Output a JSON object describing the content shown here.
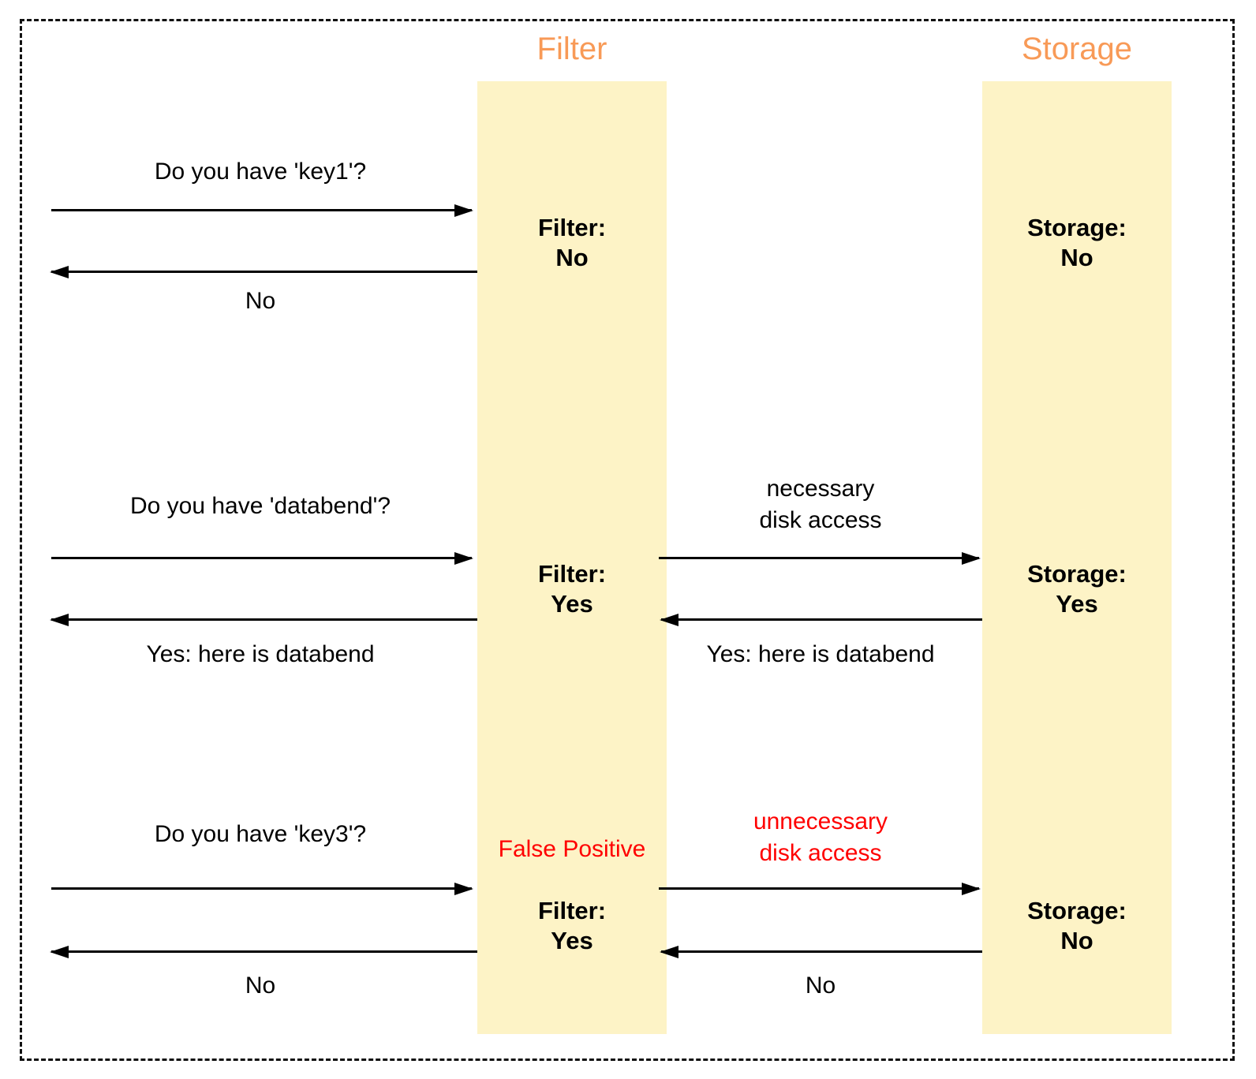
{
  "diagram": {
    "title_filter": "Filter",
    "title_storage": "Storage",
    "colors": {
      "lane_fill": "#FDF3C6",
      "lane_title": "#F89A57",
      "alert": "#FF0000",
      "text": "#000000"
    },
    "rows": [
      {
        "request": "Do you have 'key1'?",
        "filter_label": "Filter:",
        "filter_value": "No",
        "response": "No",
        "storage_label": "Storage:",
        "storage_value": "No"
      },
      {
        "request": "Do you have 'databend'?",
        "filter_label": "Filter:",
        "filter_value": "Yes",
        "response": "Yes: here is databend",
        "disk_label_line1": "necessary",
        "disk_label_line2": "disk access",
        "storage_label": "Storage:",
        "storage_value": "Yes",
        "storage_response": "Yes: here is databend"
      },
      {
        "request": "Do you have 'key3'?",
        "annotation": "False Positive",
        "filter_label": "Filter:",
        "filter_value": "Yes",
        "response": "No",
        "disk_label_line1": "unnecessary",
        "disk_label_line2": "disk access",
        "storage_label": "Storage:",
        "storage_value": "No",
        "storage_response": "No"
      }
    ]
  }
}
